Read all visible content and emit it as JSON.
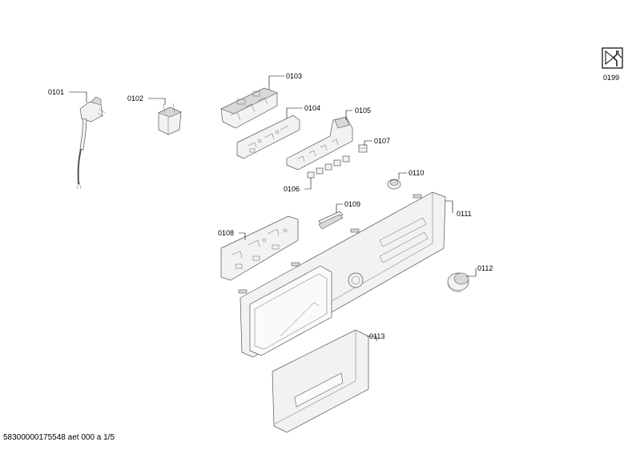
{
  "parts": [
    {
      "id": "p0101",
      "label": "0101"
    },
    {
      "id": "p0102",
      "label": "0102"
    },
    {
      "id": "p0103",
      "label": "0103"
    },
    {
      "id": "p0104",
      "label": "0104"
    },
    {
      "id": "p0105",
      "label": "0105"
    },
    {
      "id": "p0106",
      "label": "0106"
    },
    {
      "id": "p0107",
      "label": "0107"
    },
    {
      "id": "p0108",
      "label": "0108"
    },
    {
      "id": "p0109",
      "label": "0109"
    },
    {
      "id": "p0110",
      "label": "0110"
    },
    {
      "id": "p0111",
      "label": "0111"
    },
    {
      "id": "p0112",
      "label": "0112"
    },
    {
      "id": "p0113",
      "label": "0113"
    }
  ],
  "service_icon": {
    "icon": "wrench-tool-icon",
    "label": "0199"
  },
  "footer": {
    "doc_ref": "58300000175548 aet 000 a 1/5"
  }
}
